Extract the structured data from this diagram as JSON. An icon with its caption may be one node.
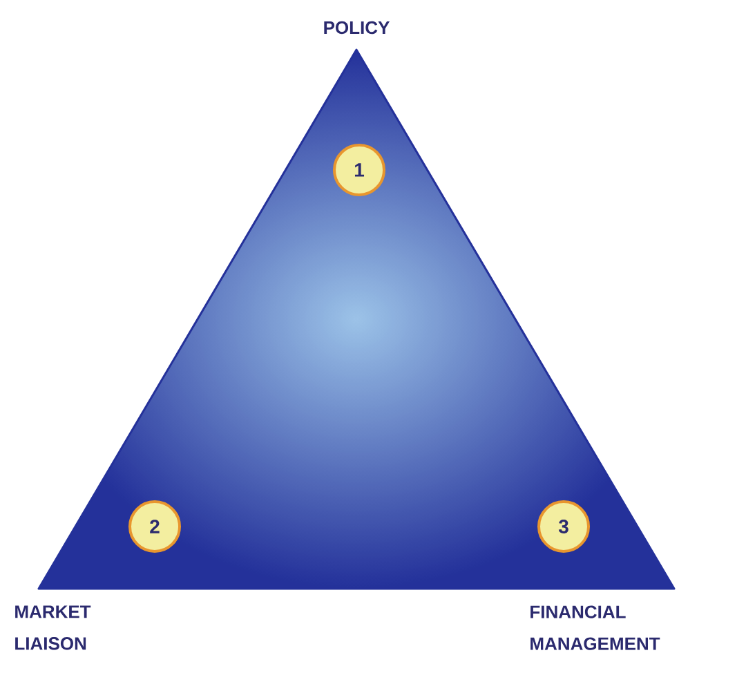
{
  "diagram": {
    "nodes": [
      {
        "text": [],
        "shape": "triangle"
      },
      {
        "text": [
          "1"
        ],
        "in": 0
      },
      {
        "text": [
          "2"
        ],
        "in": 0
      },
      {
        "text": [
          "3"
        ],
        "in": 0
      }
    ],
    "labels": [
      "POLICY",
      "MARKET LIAISON",
      "FINANCIAL MANAGEMENT"
    ]
  }
}
